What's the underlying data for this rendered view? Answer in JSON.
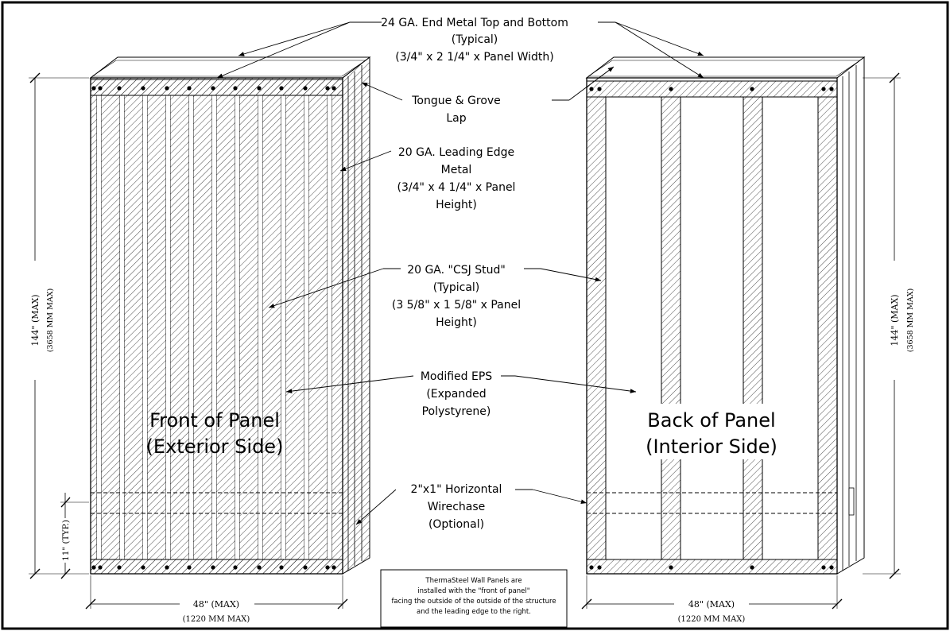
{
  "labels": {
    "end_metal": [
      "24 GA. End Metal Top and Bottom",
      "(Typical)",
      "(3/4\" x 2 1/4\" x Panel Width)"
    ],
    "tongue": [
      "Tongue & Grove",
      "Lap"
    ],
    "leading_edge": [
      "20 GA. Leading Edge",
      "Metal",
      "(3/4\" x 4 1/4\" x Panel",
      "Height)"
    ],
    "csj_stud": [
      "20 GA. \"CSJ Stud\"",
      "(Typical)",
      "(3 5/8\" x 1 5/8\" x Panel",
      "Height)"
    ],
    "eps": [
      "Modified EPS",
      "(Expanded",
      "Polystyrene)"
    ],
    "wirechase": [
      "2\"x1\" Horizontal",
      "Wirechase",
      "(Optional)"
    ]
  },
  "front_panel": {
    "title_line1": "Front of Panel",
    "title_line2": "(Exterior Side)"
  },
  "back_panel": {
    "title_line1": "Back of Panel",
    "title_line2": "(Interior Side)"
  },
  "dimensions": {
    "height": "144\" (MAX)",
    "height_metric": "(3658 MM MAX)",
    "width": "48\" (MAX)",
    "width_metric": "(1220 MM MAX)",
    "chase_offset": "11\" (TYP.)"
  },
  "note": [
    "ThermaSteel Wall Panels are",
    "installed with the \"front of panel\"",
    "facing the outside of the outside",
    "of the structure",
    "and the leading edge to the right."
  ]
}
